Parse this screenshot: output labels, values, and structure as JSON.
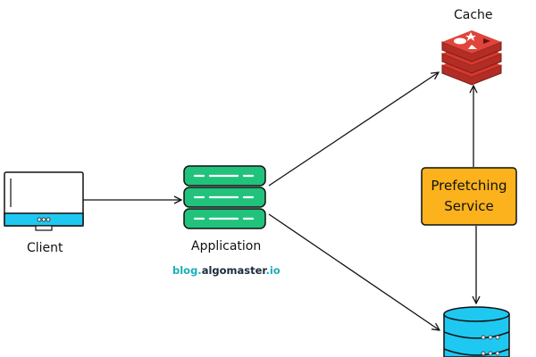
{
  "nodes": {
    "client": {
      "label": "Client",
      "icon": "monitor-icon"
    },
    "application": {
      "label": "Application",
      "icon": "server-stack-icon"
    },
    "cache": {
      "label": "Cache",
      "icon": "redis-icon"
    },
    "prefetching_service": {
      "line1": "Prefetching",
      "line2": "Service"
    },
    "database": {
      "icon": "database-icon"
    }
  },
  "watermark": {
    "part1": "blog.",
    "part2": "algomaster",
    "part3": ".io"
  },
  "colors": {
    "monitor_accent": "#1ec8f0",
    "server_green": "#21c27c",
    "redis_red": "#d6382d",
    "service_box": "#fbb21c",
    "database_blue": "#1ec8f0",
    "watermark_teal": "#17b0b8",
    "watermark_dark": "#1b2a3a"
  }
}
